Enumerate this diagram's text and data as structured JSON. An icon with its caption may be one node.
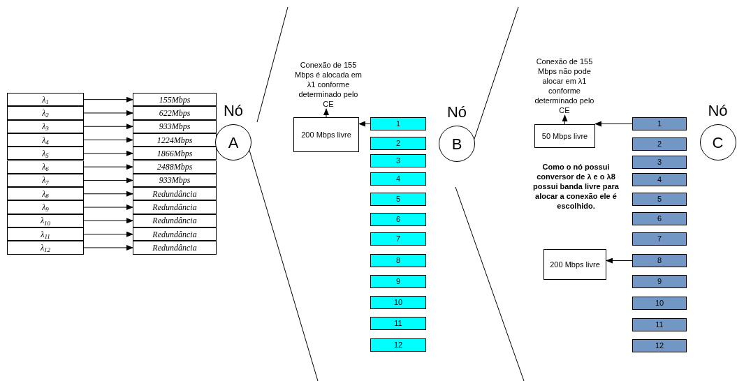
{
  "diagram": {
    "nodes": [
      {
        "text": [
          "λ$_{1}$"
        ]
      },
      {
        "text": [
          "λ$_{2}$"
        ]
      },
      {
        "text": [
          "λ$_{3}$"
        ]
      },
      {
        "text": [
          "λ$_{4}$"
        ]
      },
      {
        "text": [
          "λ$_{5}$"
        ]
      },
      {
        "text": [
          "λ$_{6}$"
        ]
      },
      {
        "text": [
          "λ$_{7}$"
        ]
      },
      {
        "text": [
          "λ$_{8}$"
        ]
      },
      {
        "text": [
          "λ$_{9}$"
        ]
      },
      {
        "text": [
          "λ$_{10}$"
        ]
      },
      {
        "text": [
          "λ$_{11}$"
        ]
      },
      {
        "text": [
          "λ$_{12}$"
        ]
      },
      {
        "text": [
          "155Mbps"
        ]
      },
      {
        "text": [
          "622Mbps"
        ]
      },
      {
        "text": [
          "933Mbps"
        ]
      },
      {
        "text": [
          "1224Mbps"
        ]
      },
      {
        "text": [
          "1866Mbps"
        ]
      },
      {
        "text": [
          "2488Mbps"
        ]
      },
      {
        "text": [
          "933Mbps"
        ]
      },
      {
        "text": [
          "Redundância"
        ]
      },
      {
        "text": [
          "Redundância"
        ]
      },
      {
        "text": [
          "Redundância"
        ]
      },
      {
        "text": [
          "Redundância"
        ]
      },
      {
        "text": [
          "Redundância"
        ]
      },
      {
        "text": [
          "Nó",
          "A"
        ]
      },
      {
        "text": [
          "Nó",
          "B"
        ]
      },
      {
        "text": [
          "Nó",
          "C"
        ]
      },
      {
        "text": [
          "Conexão de 155 Mbps é alocada em λ1 conforme determinado pelo CE"
        ]
      },
      {
        "text": [
          "200 Mbps livre"
        ]
      },
      {
        "text": [
          "1"
        ]
      },
      {
        "text": [
          "2"
        ]
      },
      {
        "text": [
          "3"
        ]
      },
      {
        "text": [
          "4"
        ]
      },
      {
        "text": [
          "5"
        ]
      },
      {
        "text": [
          "6"
        ]
      },
      {
        "text": [
          "7"
        ]
      },
      {
        "text": [
          "8"
        ]
      },
      {
        "text": [
          "9"
        ]
      },
      {
        "text": [
          "10"
        ]
      },
      {
        "text": [
          "11"
        ]
      },
      {
        "text": [
          "12"
        ]
      },
      {
        "text": [
          "Conexão de 155 Mbps não pode alocar em λ1 conforme determinado pelo CE"
        ]
      },
      {
        "text": [
          "50 Mbps livre"
        ]
      },
      {
        "text": [
          "200 Mbps livre"
        ]
      },
      {
        "text": [
          "1"
        ]
      },
      {
        "text": [
          "2"
        ]
      },
      {
        "text": [
          "3"
        ]
      },
      {
        "text": [
          "4"
        ]
      },
      {
        "text": [
          "5"
        ]
      },
      {
        "text": [
          "6"
        ]
      },
      {
        "text": [
          "7"
        ]
      },
      {
        "text": [
          "8"
        ]
      },
      {
        "text": [
          "9"
        ]
      },
      {
        "text": [
          "10"
        ]
      },
      {
        "text": [
          "11"
        ]
      },
      {
        "text": [
          "12"
        ]
      }
    ],
    "edges": [
      {
        "from": 0,
        "to": 12,
        "arrow": "to"
      },
      {
        "from": 1,
        "to": 13,
        "arrow": "to"
      },
      {
        "from": 2,
        "to": 14,
        "arrow": "to"
      },
      {
        "from": 3,
        "to": 15,
        "arrow": "to"
      },
      {
        "from": 4,
        "to": 16,
        "arrow": "to"
      },
      {
        "from": 5,
        "to": 17,
        "arrow": "to"
      },
      {
        "from": 6,
        "to": 18,
        "arrow": "to"
      },
      {
        "from": 7,
        "to": 19,
        "arrow": "to"
      },
      {
        "from": 8,
        "to": 20,
        "arrow": "to"
      },
      {
        "from": 9,
        "to": 21,
        "arrow": "to"
      },
      {
        "from": 10,
        "to": 22,
        "arrow": "to"
      },
      {
        "from": 11,
        "to": 23,
        "arrow": "to"
      },
      {
        "from": 29,
        "to": 28,
        "arrow": "to"
      },
      {
        "from": 28,
        "to": 27,
        "arrow": "to"
      },
      {
        "from": 44,
        "to": 42,
        "arrow": "to"
      },
      {
        "from": 42,
        "to": 41,
        "arrow": "to"
      },
      {
        "from": 51,
        "to": 43,
        "arrow": "to"
      }
    ],
    "labels": [
      "Como o nó possui conversor de λ e o λ8 possui banda livre para alocar a conexão ele é escolhido."
    ]
  }
}
